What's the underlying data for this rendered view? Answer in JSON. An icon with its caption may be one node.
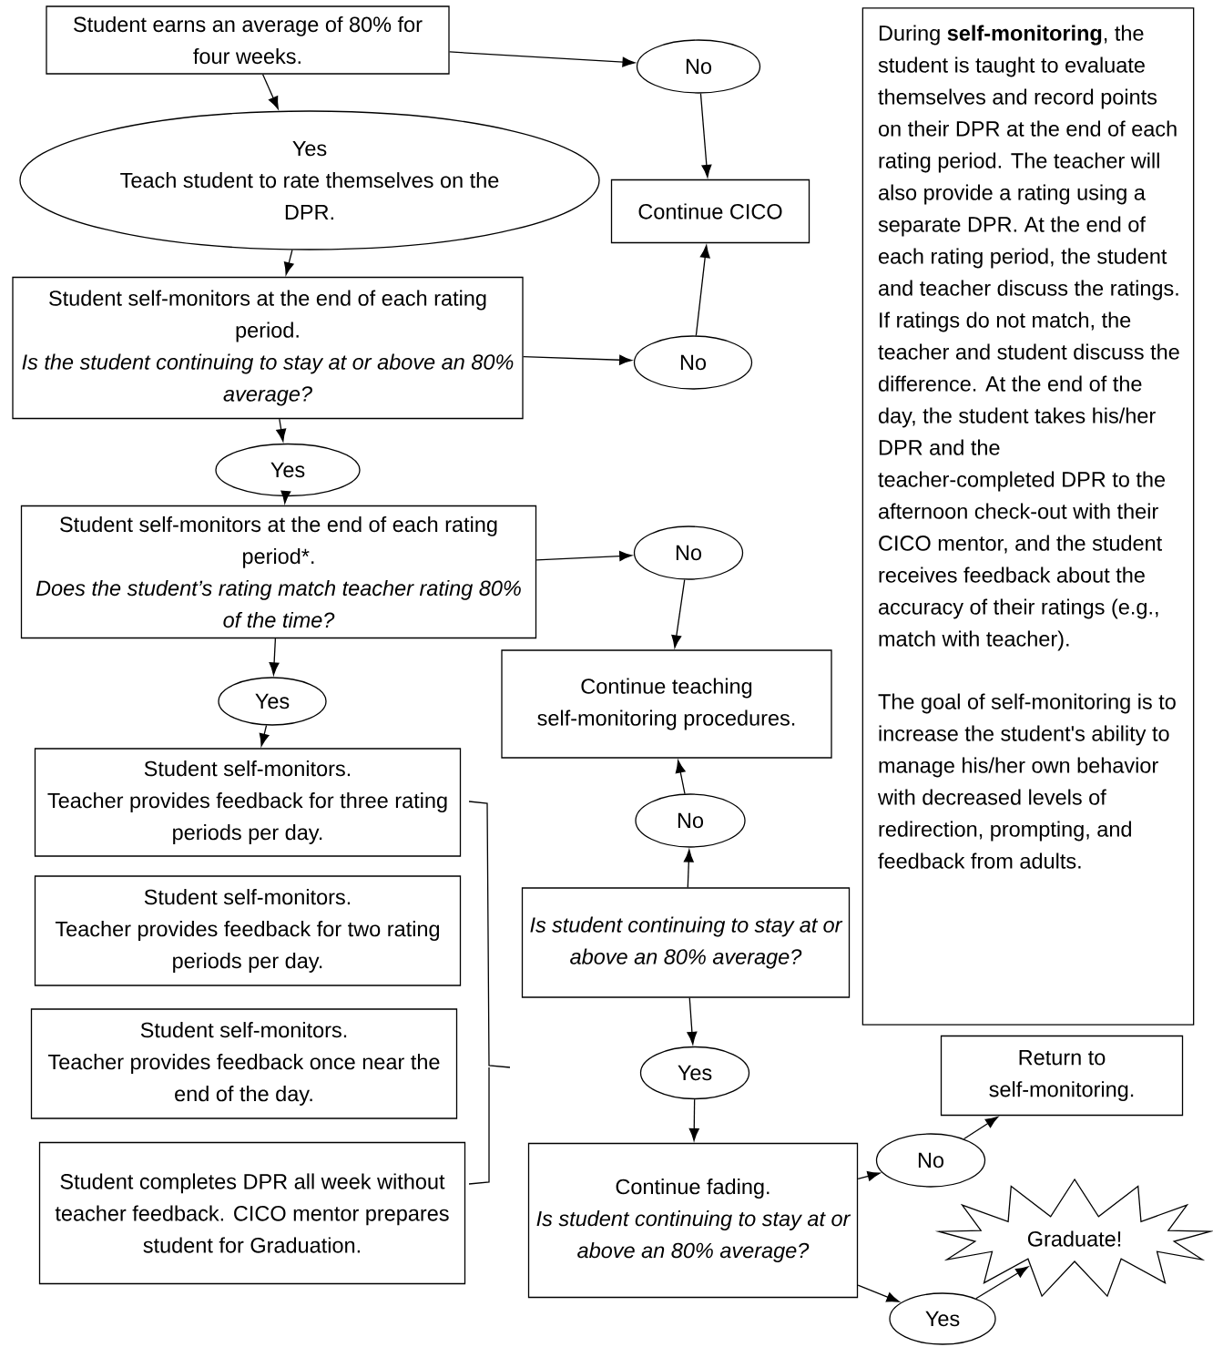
{
  "diagram": {
    "nodes": [
      {
        "text": [
          "Student earns an average of 80% for four weeks."
        ]
      },
      {
        "text": [
          "Yes",
          "Teach student to rate themselves on the DPR."
        ]
      },
      {
        "text": [
          "No"
        ]
      },
      {
        "text": [
          "Continue CICO"
        ]
      },
      {
        "text": [
          "Student self-monitors at the end of each rating period.",
          "Is the student continuing to stay at or above an 80% average?"
        ]
      },
      {
        "text": [
          "No"
        ]
      },
      {
        "text": [
          "Yes"
        ]
      },
      {
        "text": [
          "Student self-monitors at the end of each rating period*.",
          "Does the student’s rating match teacher rating 80% of the time?"
        ]
      },
      {
        "text": [
          "No"
        ]
      },
      {
        "text": [
          "Continue teaching self-monitoring procedures."
        ]
      },
      {
        "text": [
          "Yes"
        ]
      },
      {
        "text": [
          "Student self-monitors.",
          "Teacher provides feedback for three rating periods per day."
        ]
      },
      {
        "text": [
          "Student self-monitors.",
          "Teacher provides feedback for two rating periods per day."
        ]
      },
      {
        "text": [
          "Student self-monitors.",
          "Teacher provides feedback once near the end of the day."
        ]
      },
      {
        "text": [
          "Student completes DPR all week without teacher feedback. CICO mentor prepares student for Graduation."
        ]
      },
      {
        "text": [
          "No"
        ]
      },
      {
        "text": [
          "Is student continuing to stay at or above an 80% average?"
        ]
      },
      {
        "text": [
          "Yes"
        ]
      },
      {
        "text": [
          "Continue fading.",
          "Is student continuing to stay at or above an 80% average?"
        ]
      },
      {
        "text": [
          "During **self-monitoring**, the student is taught to evaluate themselves and record points on their DPR at the end of each rating period. The teacher will also provide a rating using a separate DPR. At the end of each rating period, the student and teacher discuss the ratings. If ratings do not match, the teacher and student discuss the difference. At the end of the day, the student takes his/her DPR and the teacher-completed DPR to the afternoon check-out with their CICO mentor, and the student receives feedback about the accuracy of their ratings (e.g., match with teacher).",
          "The goal of self-monitoring is to increase the student's ability to manage his/her own behavior with decreased levels of redirection, prompting, and feedback from adults."
        ]
      },
      {
        "text": [
          "Return to self-monitoring."
        ]
      },
      {
        "text": [
          "No"
        ]
      },
      {
        "text": [
          "Graduate!"
        ]
      },
      {
        "text": [
          "Yes"
        ]
      }
    ],
    "edges": [
      {
        "from": 0,
        "to": 1,
        "arrow": "to"
      },
      {
        "from": 0,
        "to": 2,
        "arrow": "to"
      },
      {
        "from": 2,
        "to": 3,
        "arrow": "to"
      },
      {
        "from": 1,
        "to": 4,
        "arrow": "to"
      },
      {
        "from": 4,
        "to": 5,
        "arrow": "to"
      },
      {
        "from": 5,
        "to": 3,
        "arrow": "to"
      },
      {
        "from": 4,
        "to": 6,
        "arrow": "to"
      },
      {
        "from": 6,
        "to": 7,
        "arrow": "to"
      },
      {
        "from": 7,
        "to": 8,
        "arrow": "to"
      },
      {
        "from": 8,
        "to": 9,
        "arrow": "to"
      },
      {
        "from": 7,
        "to": 10,
        "arrow": "to"
      },
      {
        "from": 10,
        "to": 11,
        "arrow": "to"
      },
      {
        "from": 16,
        "to": 15,
        "arrow": "to"
      },
      {
        "from": 15,
        "to": 9,
        "arrow": "to"
      },
      {
        "from": 16,
        "to": 17,
        "arrow": "to"
      },
      {
        "from": 17,
        "to": 18,
        "arrow": "to"
      },
      {
        "from": 18,
        "to": 21,
        "arrow": "to"
      },
      {
        "from": 18,
        "to": 23,
        "arrow": "to"
      },
      {
        "from": 21,
        "to": 20,
        "arrow": "to"
      },
      {
        "from": 23,
        "to": 22,
        "arrow": "to"
      }
    ]
  }
}
